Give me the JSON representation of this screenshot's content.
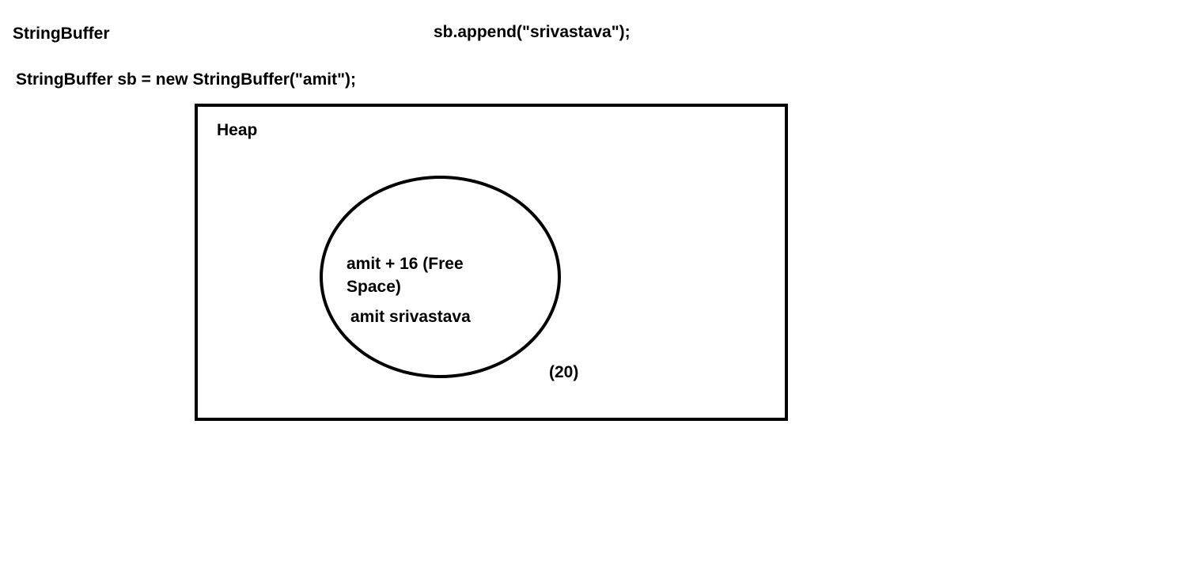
{
  "title": "StringBuffer",
  "code": {
    "declaration": "StringBuffer sb = new StringBuffer(\"amit\");",
    "append": "sb.append(\"srivastava\");"
  },
  "heap": {
    "label": "Heap",
    "buffer": {
      "initial_line1": "amit  + 16 (Free",
      "initial_line2": "Space)",
      "after_append": "amit srivastava"
    },
    "capacity_label": "(20)"
  }
}
